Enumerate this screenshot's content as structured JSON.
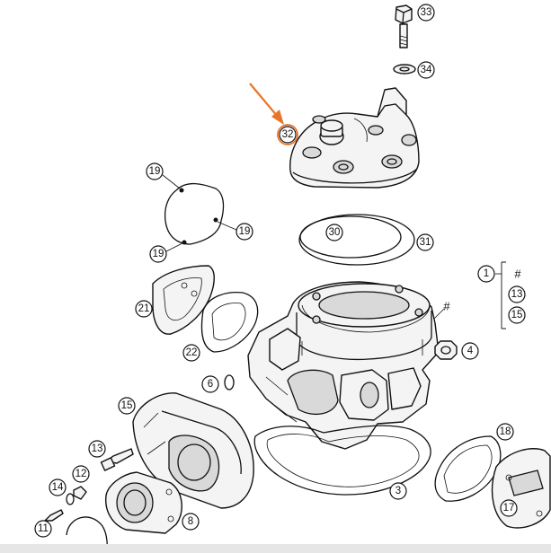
{
  "callouts": {
    "c1": "1",
    "c3": "3",
    "c4": "4",
    "c6": "6",
    "c8": "8",
    "c11": "11",
    "c12": "12",
    "c13": "13",
    "c14": "14",
    "c15": "15",
    "c17": "17",
    "c18": "18",
    "c19a": "19",
    "c19b": "19",
    "c19c": "19",
    "c21": "21",
    "c22": "22",
    "c30": "30",
    "c31": "31",
    "c32": "32",
    "c33": "33",
    "c34": "34"
  },
  "legend": {
    "symbol": "#",
    "items": [
      "13",
      "15"
    ]
  },
  "cylinder_mark": "#",
  "colors": {
    "highlight_arrow": "#e8742a",
    "line": "#111111",
    "part_fill": "#f4f4f4"
  }
}
